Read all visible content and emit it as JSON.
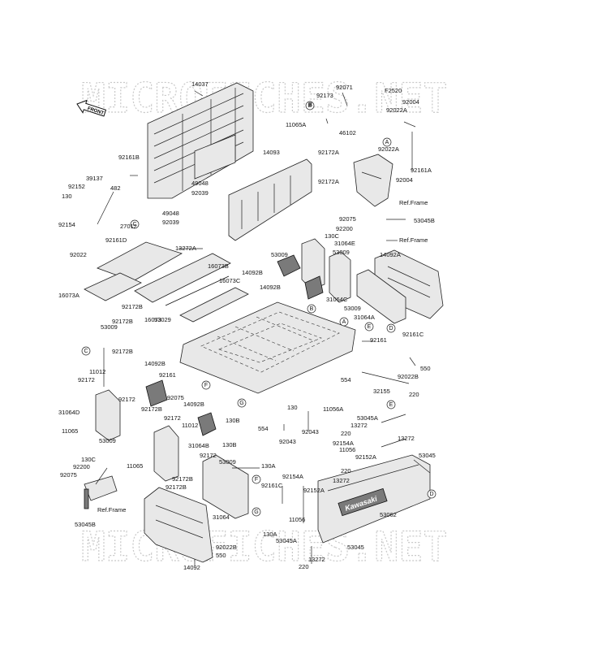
{
  "watermarks": [
    "MICROFICHES.NET",
    "MICROFICHES.NET"
  ],
  "front_marker": "FRONT",
  "ref_labels": [
    "Ref.Frame",
    "Ref.Frame",
    "Ref.Frame"
  ],
  "callouts": [
    "A",
    "B",
    "C",
    "D",
    "E",
    "F",
    "G",
    "A",
    "B",
    "C",
    "D",
    "E",
    "F",
    "G"
  ],
  "part_numbers": [
    "14037",
    "92071",
    "92173",
    "B",
    "11065A",
    "46102",
    "F2520",
    "92004",
    "92022A",
    "92022A",
    "92161A",
    "92004",
    "14093",
    "92172A",
    "92172A",
    "92161B",
    "39137",
    "92152",
    "130",
    "482",
    "49048",
    "92039",
    "49048",
    "92039",
    "27012",
    "92154",
    "92161D",
    "92022",
    "13272A",
    "16073B",
    "16073C",
    "16073A",
    "92172B",
    "16073",
    "92075",
    "53045B",
    "92200",
    "130C",
    "31064E",
    "53009",
    "53009",
    "14092A",
    "14092B",
    "14092B",
    "31064C",
    "53009",
    "31064A",
    "92172B",
    "53009",
    "53029",
    "92172B",
    "92161",
    "92161C",
    "14092B",
    "11012",
    "92172",
    "92161",
    "554",
    "92022B",
    "550",
    "92075",
    "14092B",
    "32155",
    "31064D",
    "92172",
    "92172B",
    "92172",
    "130B",
    "130",
    "11056A",
    "220",
    "11065",
    "53009",
    "11012",
    "554",
    "92043",
    "53045A",
    "13272",
    "220",
    "13272",
    "31064B",
    "130B",
    "92043",
    "92154A",
    "11056",
    "92152A",
    "53045",
    "130C",
    "92200",
    "92075",
    "11065",
    "92172",
    "53009",
    "130A",
    "92172B",
    "92154A",
    "220",
    "13272",
    "92172B",
    "92161C",
    "92152A",
    "31064",
    "53045B",
    "130A",
    "11056",
    "53062",
    "550",
    "92022B",
    "53045A",
    "53045",
    "14092",
    "13272",
    "220"
  ]
}
